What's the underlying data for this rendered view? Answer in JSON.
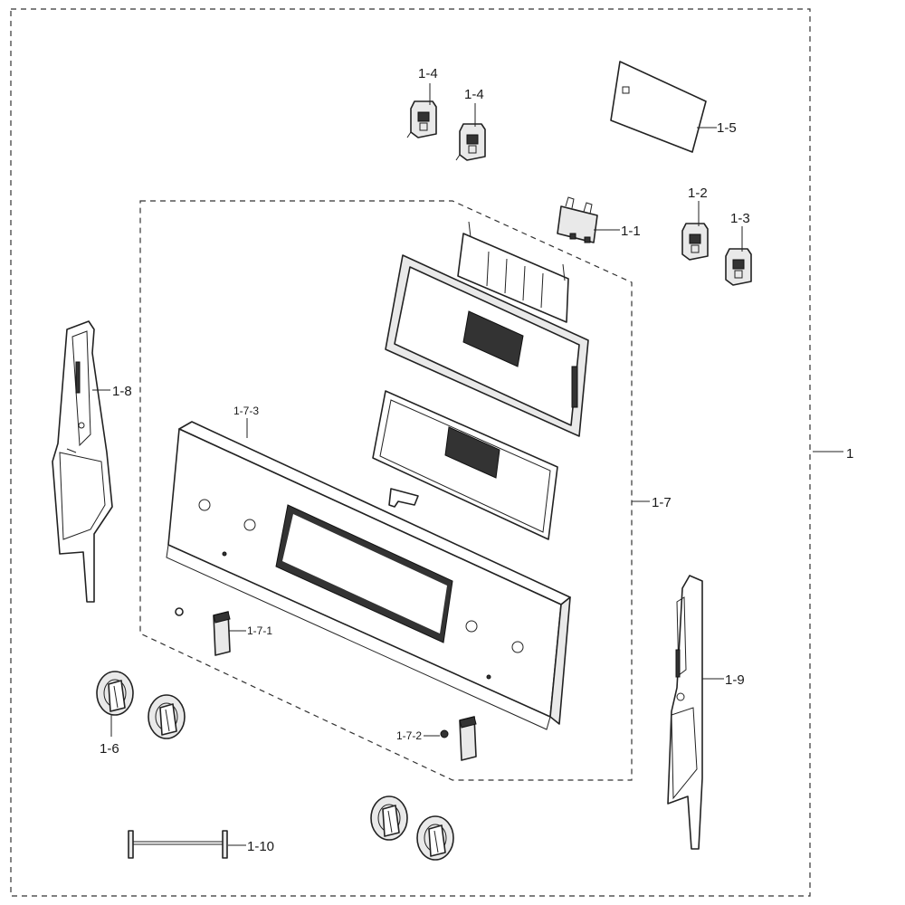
{
  "labels": {
    "assembly": "1",
    "p1_1": "1-1",
    "p1_2": "1-2",
    "p1_3": "1-3",
    "p1_4a": "1-4",
    "p1_4b": "1-4",
    "p1_5": "1-5",
    "p1_6": "1-6",
    "p1_7": "1-7",
    "p1_7_1": "1-7-1",
    "p1_7_2": "1-7-2",
    "p1_7_3": "1-7-3",
    "p1_8": "1-8",
    "p1_9": "1-9",
    "p1_10": "1-10"
  }
}
